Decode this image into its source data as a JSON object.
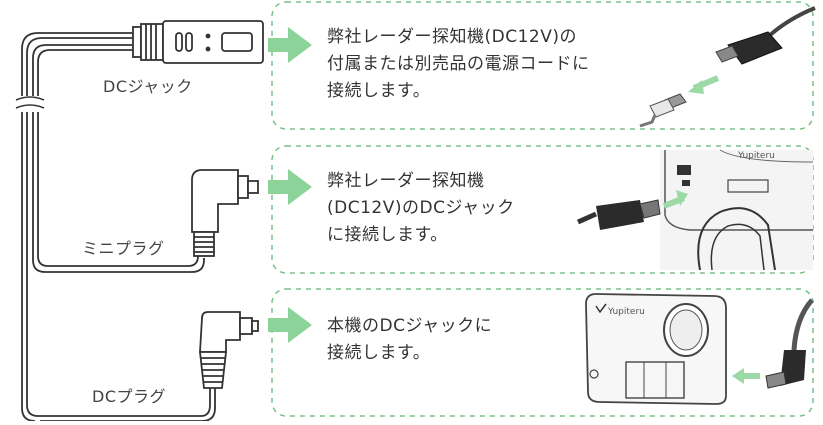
{
  "colors": {
    "accent_green": "#8cd39a",
    "box_border": "#7bbf8a",
    "cable": "#333333"
  },
  "connectors": [
    {
      "label": "DCジャック",
      "description": "弊社レーダー探知機(DC12V)の\n付属または別売品の電源コードに\n接続します。"
    },
    {
      "label": "ミニプラグ",
      "description": "弊社レーダー探知機\n(DC12V)のDCジャック\nに接続します。"
    },
    {
      "label": "DCプラグ",
      "description": "本機のDCジャックに\n接続します。"
    }
  ],
  "photo_brand": "Yupiteru"
}
